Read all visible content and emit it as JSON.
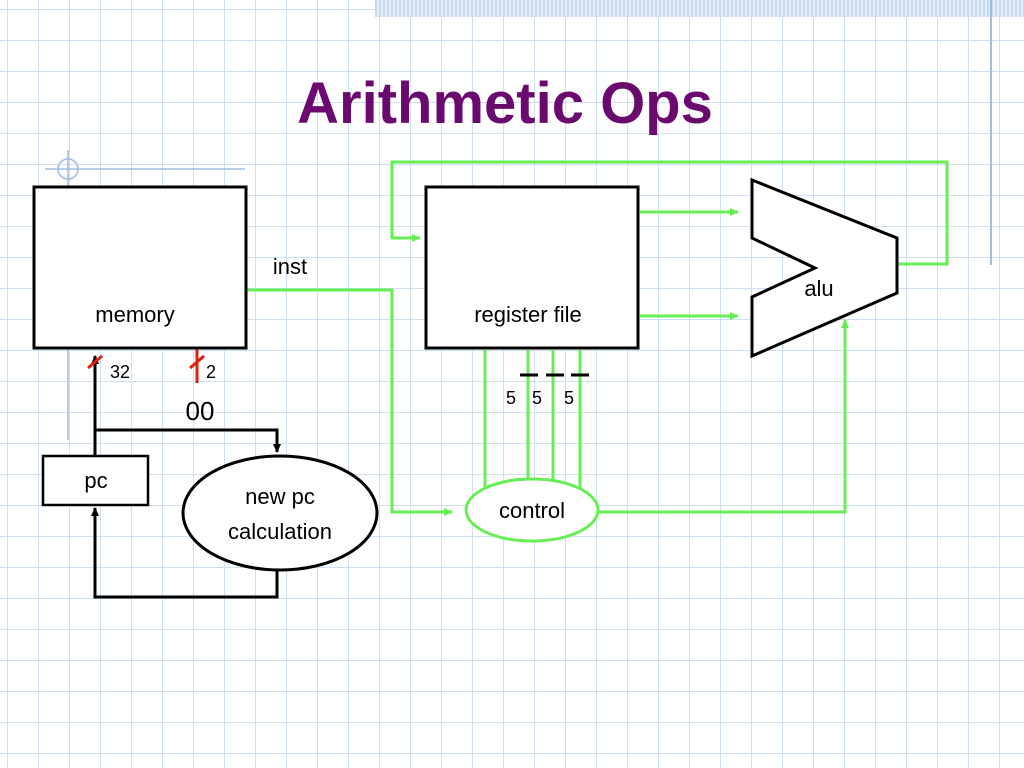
{
  "slide": {
    "title": "Arithmetic Ops"
  },
  "diagram": {
    "memory_label": "memory",
    "inst_label": "inst",
    "register_file_label": "register file",
    "alu_label": "alu",
    "pc_label": "pc",
    "new_pc_line1": "new pc",
    "new_pc_line2": "calculation",
    "control_label": "control",
    "bus_width_32": "32",
    "bus_width_2": "2",
    "low_bits": "00",
    "reg_field_1": "5",
    "reg_field_2": "5",
    "reg_field_3": "5"
  },
  "colors": {
    "title": "#6a0a6e",
    "wire_green": "#66ee55",
    "tick_red": "#e02010",
    "grid": "#cfdff2"
  }
}
